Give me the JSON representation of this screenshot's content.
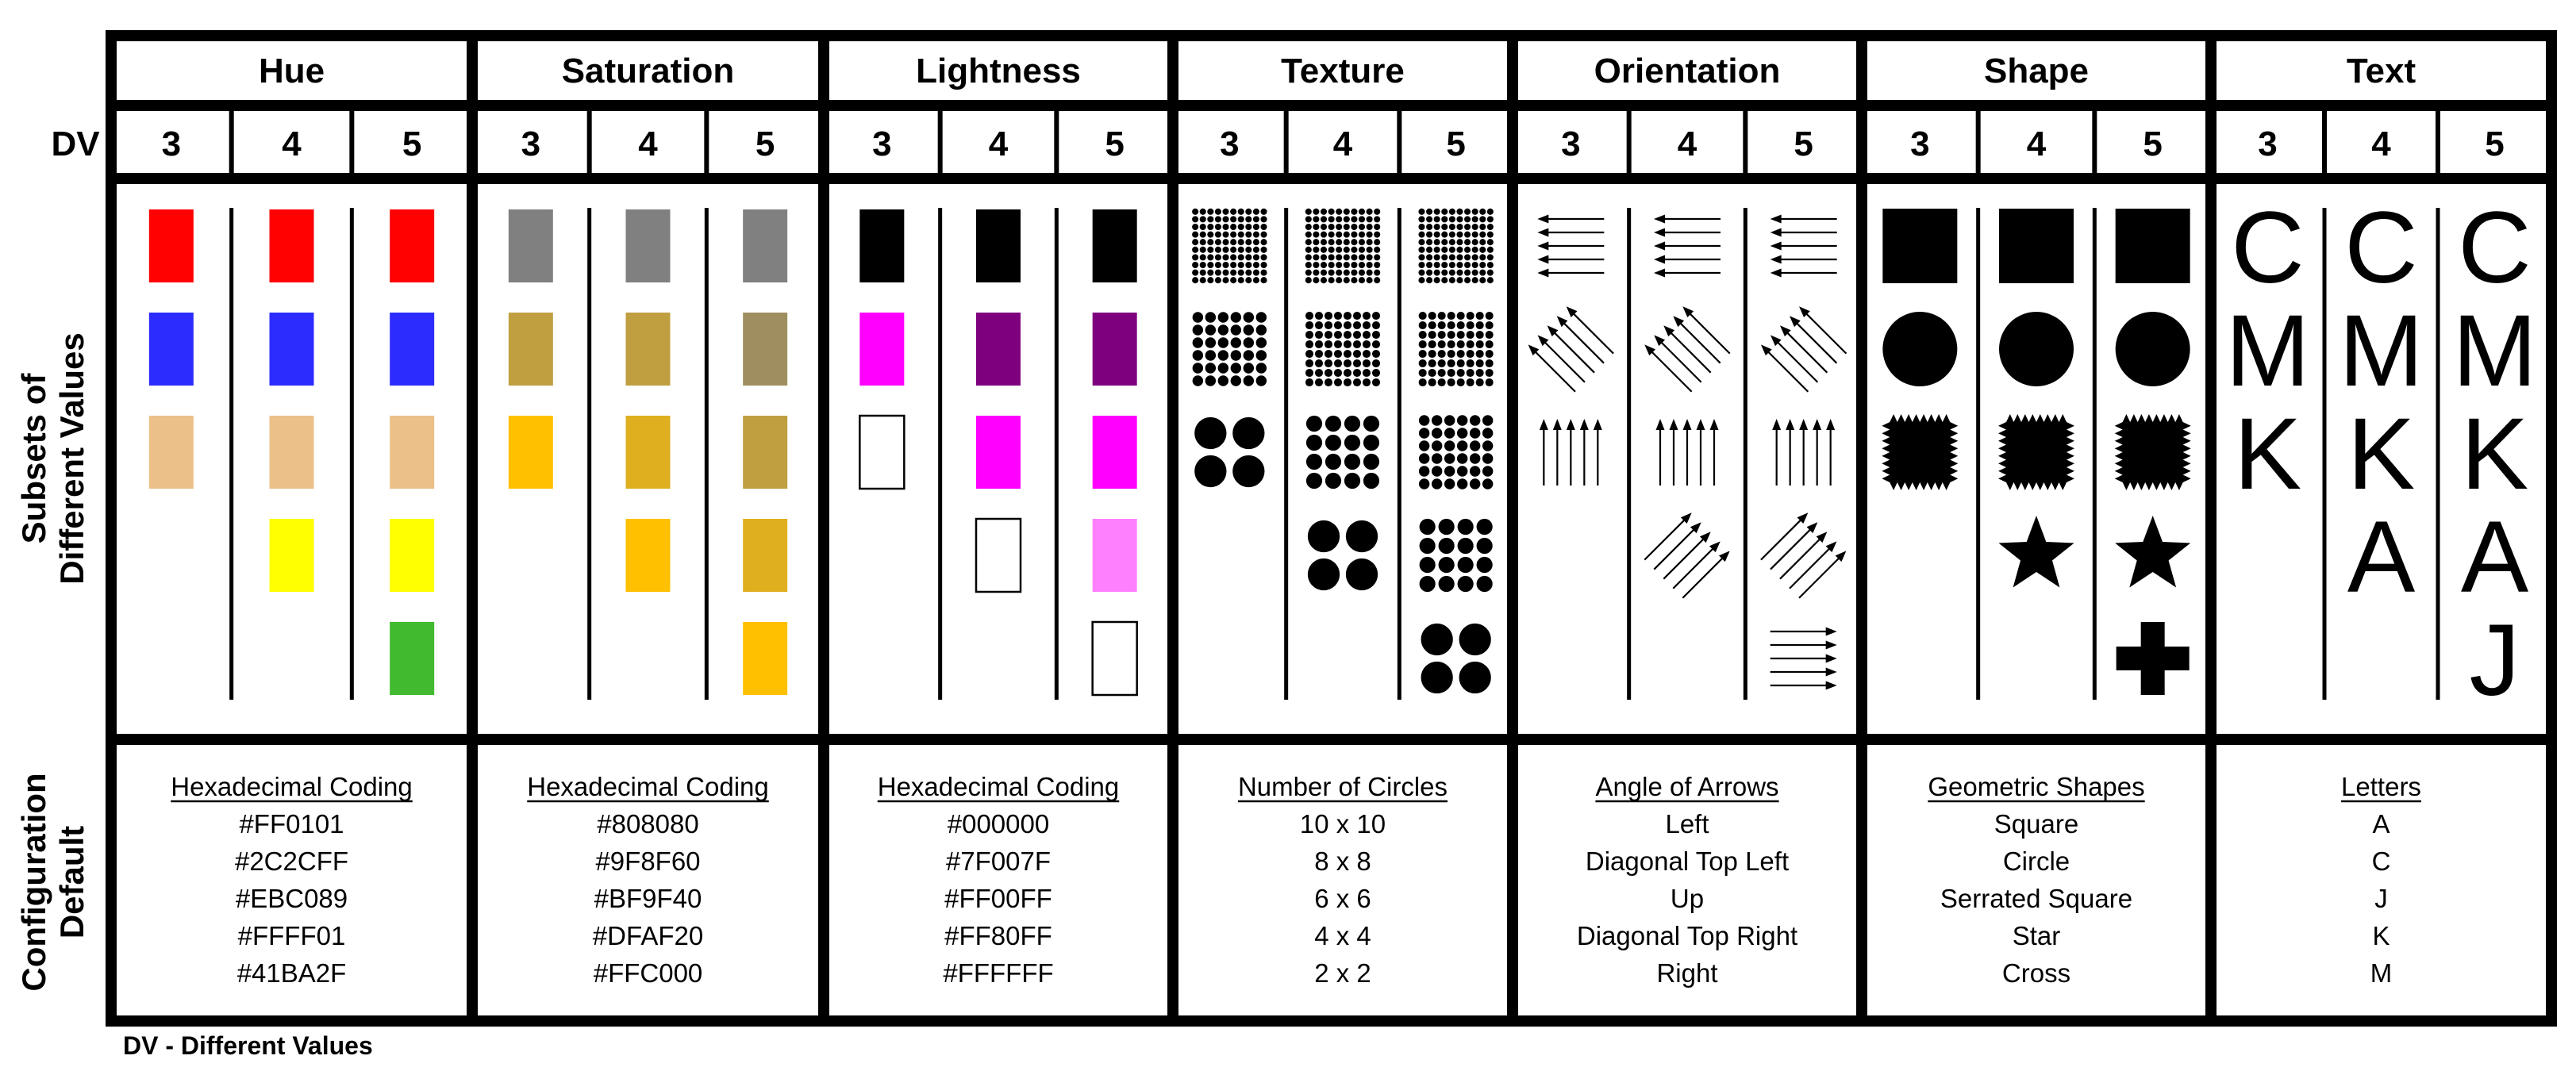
{
  "row_labels": {
    "dv": "DV",
    "subsets": [
      "Subsets of",
      "Different Values"
    ],
    "config": [
      "Configuration",
      "Default"
    ]
  },
  "footnote": "DV - Different Values",
  "dv_values": [
    "3",
    "4",
    "5"
  ],
  "categories": [
    {
      "key": "hue",
      "title": "Hue",
      "config_title": "Hexadecimal Coding",
      "config_items": [
        "#FF0101",
        "#2C2CFF",
        "#EBC089",
        "#FFFF01",
        "#41BA2F"
      ],
      "subsets": [
        [
          {
            "fill": "#FF0101"
          },
          {
            "fill": "#2C2CFF"
          },
          {
            "fill": "#EBC089"
          }
        ],
        [
          {
            "fill": "#FF0101"
          },
          {
            "fill": "#2C2CFF"
          },
          {
            "fill": "#EBC089"
          },
          {
            "fill": "#FFFF01"
          }
        ],
        [
          {
            "fill": "#FF0101"
          },
          {
            "fill": "#2C2CFF"
          },
          {
            "fill": "#EBC089"
          },
          {
            "fill": "#FFFF01"
          },
          {
            "fill": "#41BA2F"
          }
        ]
      ]
    },
    {
      "key": "saturation",
      "title": "Saturation",
      "config_title": "Hexadecimal Coding",
      "config_items": [
        "#808080",
        "#9F8F60",
        "#BF9F40",
        "#DFAF20",
        "#FFC000"
      ],
      "subsets": [
        [
          {
            "fill": "#808080"
          },
          {
            "fill": "#BF9F40"
          },
          {
            "fill": "#FFC000"
          }
        ],
        [
          {
            "fill": "#808080"
          },
          {
            "fill": "#BF9F40"
          },
          {
            "fill": "#DFAF20"
          },
          {
            "fill": "#FFC000"
          }
        ],
        [
          {
            "fill": "#808080"
          },
          {
            "fill": "#9F8F60"
          },
          {
            "fill": "#BF9F40"
          },
          {
            "fill": "#DFAF20"
          },
          {
            "fill": "#FFC000"
          }
        ]
      ]
    },
    {
      "key": "lightness",
      "title": "Lightness",
      "config_title": "Hexadecimal Coding",
      "config_items": [
        "#000000",
        "#7F007F",
        "#FF00FF",
        "#FF80FF",
        "#FFFFFF"
      ],
      "subsets": [
        [
          {
            "fill": "#000000"
          },
          {
            "fill": "#FF00FF"
          },
          {
            "fill": "#FFFFFF"
          }
        ],
        [
          {
            "fill": "#000000"
          },
          {
            "fill": "#7F007F"
          },
          {
            "fill": "#FF00FF"
          },
          {
            "fill": "#FFFFFF"
          }
        ],
        [
          {
            "fill": "#000000"
          },
          {
            "fill": "#7F007F"
          },
          {
            "fill": "#FF00FF"
          },
          {
            "fill": "#FF80FF"
          },
          {
            "fill": "#FFFFFF"
          }
        ]
      ]
    },
    {
      "key": "texture",
      "title": "Texture",
      "config_title": "Number of Circles",
      "config_items": [
        "10 x 10",
        "8 x 8",
        "6 x 6",
        "4 x 4",
        "2 x 2"
      ],
      "subsets": [
        [
          {
            "grid": 10
          },
          {
            "grid": 6
          },
          {
            "grid": 2
          }
        ],
        [
          {
            "grid": 10
          },
          {
            "grid": 8
          },
          {
            "grid": 4
          },
          {
            "grid": 2
          }
        ],
        [
          {
            "grid": 10
          },
          {
            "grid": 8
          },
          {
            "grid": 6
          },
          {
            "grid": 4
          },
          {
            "grid": 2
          }
        ]
      ]
    },
    {
      "key": "orientation",
      "title": "Orientation",
      "config_title": "Angle of Arrows",
      "config_items": [
        "Left",
        "Diagonal Top Left",
        "Up",
        "Diagonal Top Right",
        "Right"
      ],
      "subsets": [
        [
          {
            "dir": "left"
          },
          {
            "dir": "diag-top-left"
          },
          {
            "dir": "up"
          }
        ],
        [
          {
            "dir": "left"
          },
          {
            "dir": "diag-top-left"
          },
          {
            "dir": "up"
          },
          {
            "dir": "diag-top-right"
          }
        ],
        [
          {
            "dir": "left"
          },
          {
            "dir": "diag-top-left"
          },
          {
            "dir": "up"
          },
          {
            "dir": "diag-top-right"
          },
          {
            "dir": "right"
          }
        ]
      ]
    },
    {
      "key": "shape",
      "title": "Shape",
      "config_title": "Geometric Shapes",
      "config_items": [
        "Square",
        "Circle",
        "Serrated Square",
        "Star",
        "Cross"
      ],
      "subsets": [
        [
          {
            "shape": "square"
          },
          {
            "shape": "circle"
          },
          {
            "shape": "serrated-square"
          }
        ],
        [
          {
            "shape": "square"
          },
          {
            "shape": "circle"
          },
          {
            "shape": "serrated-square"
          },
          {
            "shape": "star"
          }
        ],
        [
          {
            "shape": "square"
          },
          {
            "shape": "circle"
          },
          {
            "shape": "serrated-square"
          },
          {
            "shape": "star"
          },
          {
            "shape": "cross"
          }
        ]
      ]
    },
    {
      "key": "text",
      "title": "Text",
      "config_title": "Letters",
      "config_items": [
        "A",
        "C",
        "J",
        "K",
        "M"
      ],
      "subsets": [
        [
          {
            "letter": "C"
          },
          {
            "letter": "M"
          },
          {
            "letter": "K"
          }
        ],
        [
          {
            "letter": "C"
          },
          {
            "letter": "M"
          },
          {
            "letter": "K"
          },
          {
            "letter": "A"
          }
        ],
        [
          {
            "letter": "C"
          },
          {
            "letter": "M"
          },
          {
            "letter": "K"
          },
          {
            "letter": "A"
          },
          {
            "letter": "J"
          }
        ]
      ]
    }
  ]
}
